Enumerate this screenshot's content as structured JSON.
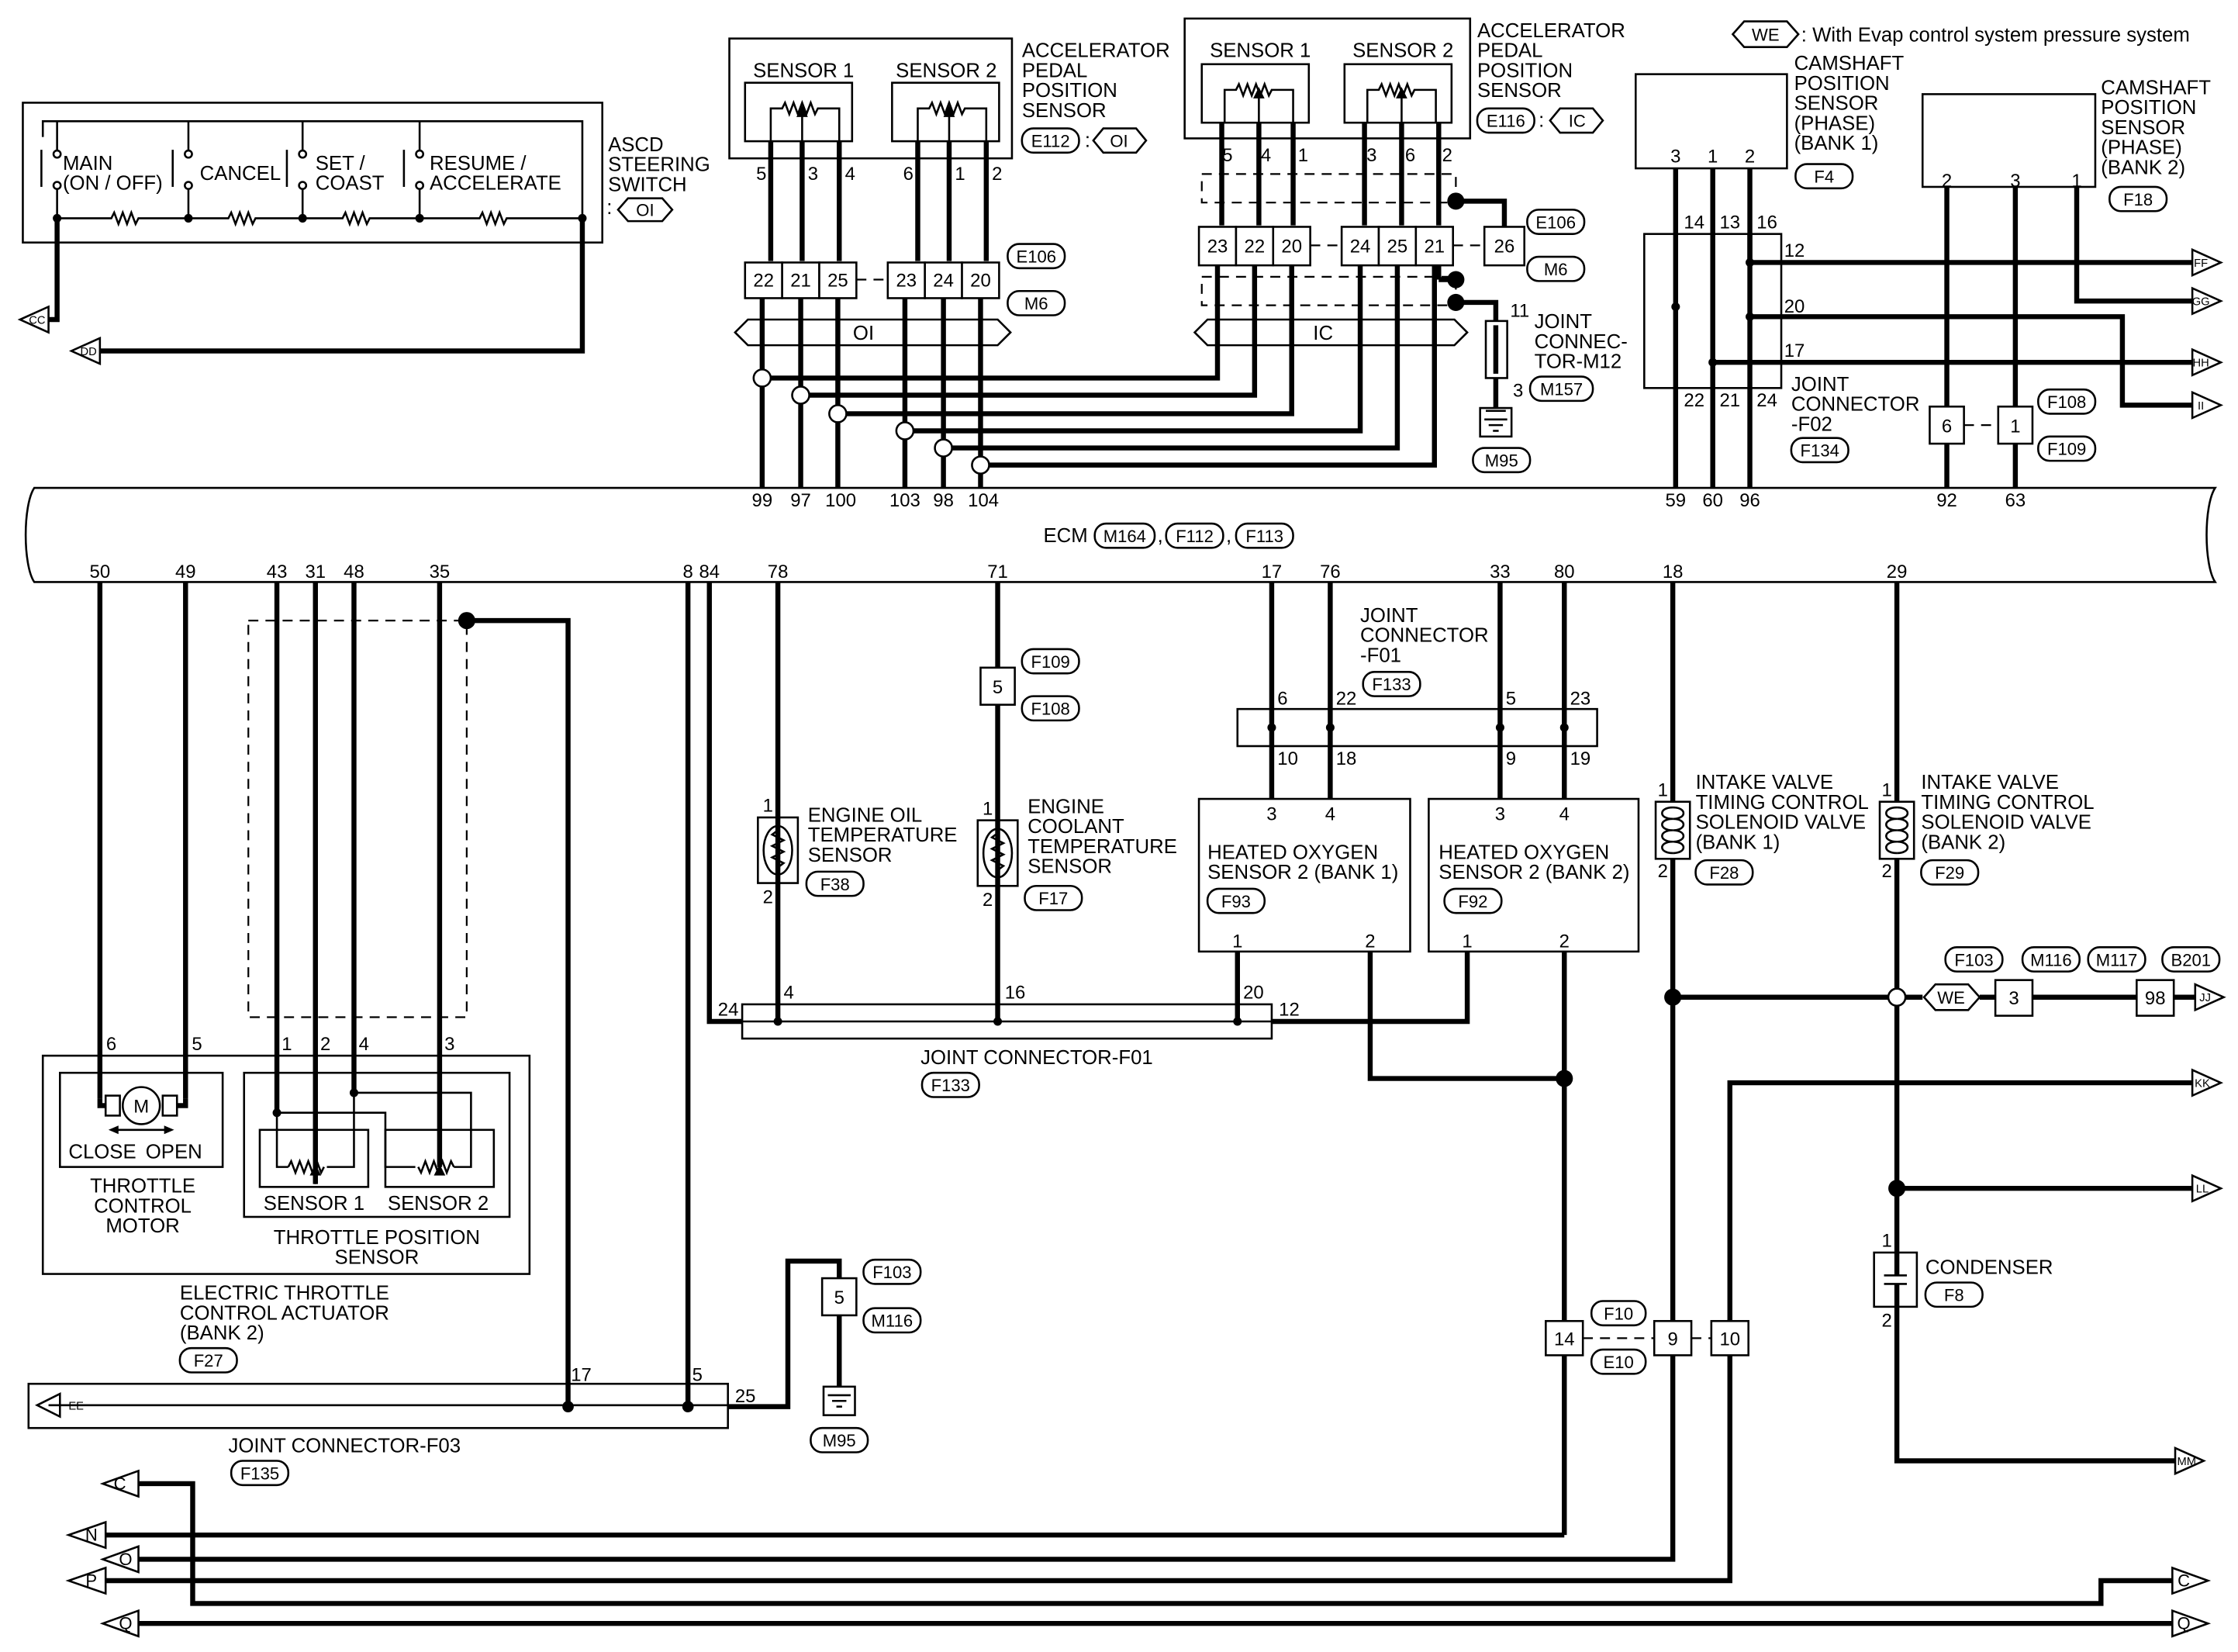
{
  "legend": {
    "we_tag": "WE",
    "we_text": ": With Evap control system pressure system"
  },
  "ascd": {
    "title": [
      "ASCD",
      "STEERING",
      "SWITCH"
    ],
    "colon": ":",
    "tag": "OI",
    "switches": [
      [
        "MAIN",
        "(ON / OFF)"
      ],
      [
        "CANCEL"
      ],
      [
        "SET /",
        "COAST"
      ],
      [
        "RESUME /",
        "ACCELERATE"
      ]
    ]
  },
  "app_e112": {
    "name": [
      "ACCELERATOR",
      "PEDAL",
      "POSITION",
      "SENSOR"
    ],
    "connector": "E112",
    "tag": "OI",
    "sensor1": "SENSOR 1",
    "sensor2": "SENSOR 2",
    "pins": [
      "5",
      "3",
      "4",
      "6",
      "1",
      "2"
    ],
    "term_top": [
      "22",
      "21",
      "25",
      "23",
      "24",
      "20"
    ],
    "conn_a": "E106",
    "conn_b": "M6",
    "bus": "OI"
  },
  "app_e116": {
    "name": [
      "ACCELERATOR",
      "PEDAL",
      "POSITION",
      "SENSOR"
    ],
    "connector": "E116",
    "tag": "IC",
    "sensor1": "SENSOR 1",
    "sensor2": "SENSOR 2",
    "pins": [
      "5",
      "4",
      "1",
      "3",
      "6",
      "2"
    ],
    "term_top": [
      "23",
      "22",
      "20",
      "24",
      "25",
      "21",
      "26"
    ],
    "conn_a": "E106",
    "conn_b": "M6",
    "bus": "IC"
  },
  "joint_m12": {
    "name": [
      "JOINT",
      "CONNEC-",
      "TOR-M12"
    ],
    "pin_top": "11",
    "pin_bot": "3",
    "connector": "M157",
    "ground": "M95"
  },
  "cam_b1": {
    "name": [
      "CAMSHAFT",
      "POSITION",
      "SENSOR",
      "(PHASE)",
      "(BANK 1)"
    ],
    "connector": "F4",
    "pins": [
      "3",
      "1",
      "2"
    ]
  },
  "cam_b2": {
    "name": [
      "CAMSHAFT",
      "POSITION",
      "SENSOR",
      "(PHASE)",
      "(BANK 2)"
    ],
    "connector": "F18",
    "pins": [
      "2",
      "3",
      "1"
    ]
  },
  "joint_f02": {
    "name": [
      "JOINT",
      "CONNECTOR",
      "-F02"
    ],
    "connector": "F134",
    "top_pins": [
      "14",
      "13",
      "16"
    ],
    "right_pins": [
      "12",
      "20",
      "17"
    ],
    "bottom_pins": [
      "22",
      "21",
      "24"
    ]
  },
  "f108_box": {
    "left": "6",
    "right": "1",
    "conn_a": "F108",
    "conn_b": "F109"
  },
  "ecm": {
    "label": "ECM",
    "connectors": [
      "M164",
      "F112",
      "F113"
    ],
    "top_pins": [
      "99",
      "97",
      "100",
      "103",
      "98",
      "104",
      "59",
      "60",
      "96",
      "92",
      "63"
    ],
    "bottom_pins": [
      "50",
      "49",
      "43",
      "31",
      "48",
      "35",
      "8",
      "84",
      "78",
      "71",
      "17",
      "76",
      "33",
      "80",
      "18",
      "29"
    ]
  },
  "f109_box": {
    "pin": "5",
    "conn_a": "F109",
    "conn_b": "F108"
  },
  "oil_sensor": {
    "name": [
      "ENGINE OIL",
      "TEMPERATURE",
      "SENSOR"
    ],
    "connector": "F38",
    "pin_top": "1",
    "pin_bot": "2"
  },
  "coolant_sensor": {
    "name": [
      "ENGINE",
      "COOLANT",
      "TEMPERATURE",
      "SENSOR"
    ],
    "connector": "F17",
    "pin_top": "1",
    "pin_bot": "2"
  },
  "joint_f01_top": {
    "name": [
      "JOINT",
      "CONNECTOR",
      "-F01"
    ],
    "connector": "F133",
    "top_pins": [
      "6",
      "22",
      "5",
      "23"
    ],
    "bottom_pins": [
      "10",
      "18",
      "9",
      "19"
    ]
  },
  "ho2s_b1": {
    "name": [
      "HEATED OXYGEN",
      "SENSOR 2 (BANK 1)"
    ],
    "connector": "F93",
    "top_pins": [
      "3",
      "4"
    ],
    "bottom_pins": [
      "1",
      "2"
    ]
  },
  "ho2s_b2": {
    "name": [
      "HEATED OXYGEN",
      "SENSOR 2 (BANK 2)"
    ],
    "connector": "F92",
    "top_pins": [
      "3",
      "4"
    ],
    "bottom_pins": [
      "1",
      "2"
    ]
  },
  "ivtc_b1": {
    "name": [
      "INTAKE VALVE",
      "TIMING CONTROL",
      "SOLENOID VALVE",
      "(BANK 1)"
    ],
    "connector": "F28",
    "pin_top": "1",
    "pin_bot": "2"
  },
  "ivtc_b2": {
    "name": [
      "INTAKE VALVE",
      "TIMING CONTROL",
      "SOLENOID VALVE",
      "(BANK 2)"
    ],
    "connector": "F29",
    "pin_top": "1",
    "pin_bot": "2"
  },
  "joint_f01_bot": {
    "name": "JOINT CONNECTOR-F01",
    "connector": "F133",
    "pins": [
      "24",
      "4",
      "16",
      "20",
      "12"
    ]
  },
  "we_row": {
    "tag": "WE",
    "conns": [
      "F103",
      "M116",
      "M117",
      "B201"
    ],
    "pin_a": "3",
    "pin_b": "98"
  },
  "throttle": {
    "pins": [
      "6",
      "5",
      "1",
      "2",
      "4",
      "3"
    ],
    "motor_symbol": "M",
    "close": "CLOSE",
    "open": "OPEN",
    "motor_name": [
      "THROTTLE",
      "CONTROL",
      "MOTOR"
    ],
    "tps_s1": "SENSOR 1",
    "tps_s2": "SENSOR 2",
    "tps_name": [
      "THROTTLE POSITION",
      "SENSOR"
    ],
    "actuator": [
      "ELECTRIC THROTTLE",
      "CONTROL ACTUATOR",
      "(BANK 2)"
    ],
    "connector": "F27"
  },
  "condenser": {
    "name": "CONDENSER",
    "connector": "F8",
    "pin_top": "1",
    "pin_bot": "2"
  },
  "f103_box": {
    "pin": "5",
    "conn_a": "F103",
    "conn_b": "M116",
    "ground": "M95"
  },
  "joint_f03": {
    "name": "JOINT CONNECTOR-F03",
    "connector": "F135",
    "pins": [
      "17",
      "5",
      "25"
    ]
  },
  "f10_row": {
    "pins": [
      "14",
      "9",
      "10"
    ],
    "conn_a": "F10",
    "conn_b": "E10"
  },
  "offpage": {
    "cc": "CC",
    "dd": "DD",
    "ee": "EE",
    "ff": "FF",
    "gg": "GG",
    "hh": "HH",
    "ii": "II",
    "jj": "JJ",
    "kk": "KK",
    "ll": "LL",
    "mm": "MM",
    "c": "C",
    "n": "N",
    "o": "O",
    "p": "P",
    "q": "Q"
  }
}
